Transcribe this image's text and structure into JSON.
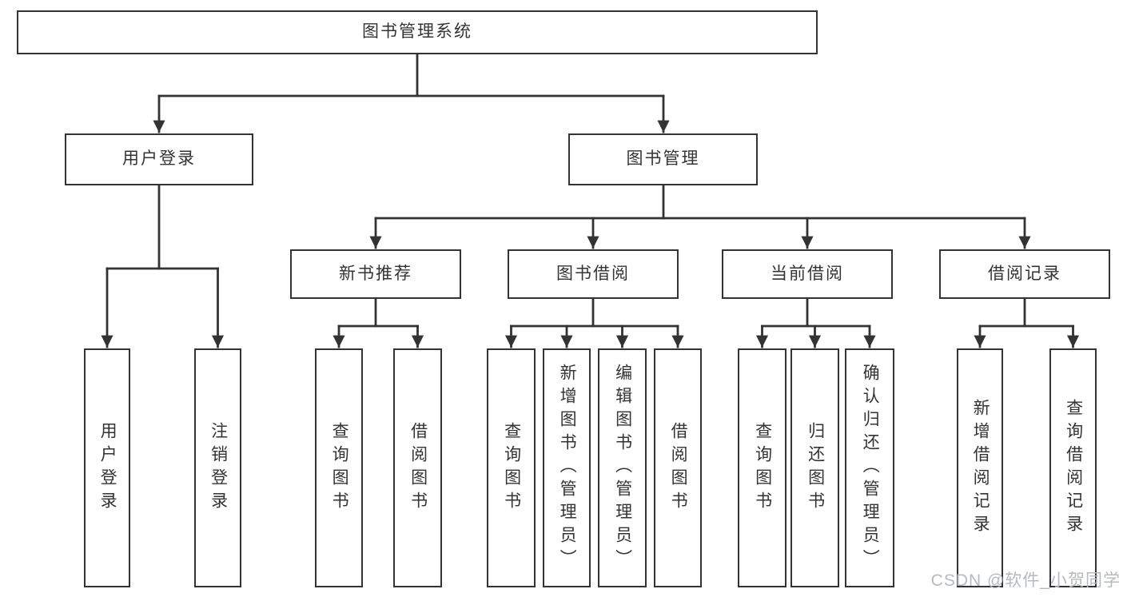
{
  "tree": {
    "root": {
      "label": "图书管理系统"
    },
    "branches": [
      {
        "label": "用户登录",
        "children": [
          {
            "label": "用户登录"
          },
          {
            "label": "注销登录"
          }
        ]
      },
      {
        "label": "图书管理",
        "children": [
          {
            "label": "新书推荐",
            "children": [
              {
                "label": "查询图书"
              },
              {
                "label": "借阅图书"
              }
            ]
          },
          {
            "label": "图书借阅",
            "children": [
              {
                "label": "查询图书"
              },
              {
                "label": "新增图书（管理员）"
              },
              {
                "label": "编辑图书（管理员）"
              },
              {
                "label": "借阅图书"
              }
            ]
          },
          {
            "label": "当前借阅",
            "children": [
              {
                "label": "查询图书"
              },
              {
                "label": "归还图书"
              },
              {
                "label": "确认归还（管理员）"
              }
            ]
          },
          {
            "label": "借阅记录",
            "children": [
              {
                "label": "新增借阅记录"
              },
              {
                "label": "查询借阅记录"
              }
            ]
          }
        ]
      }
    ]
  },
  "watermark": {
    "text": "CSDN @软件_小贺同学",
    "color": "#b6b9bd"
  },
  "colors": {
    "line": "#333333",
    "box_border": "#333333",
    "box_fill": "#ffffff",
    "text": "#333333",
    "background": "#ffffff",
    "watermark": "#b6b9bd"
  }
}
